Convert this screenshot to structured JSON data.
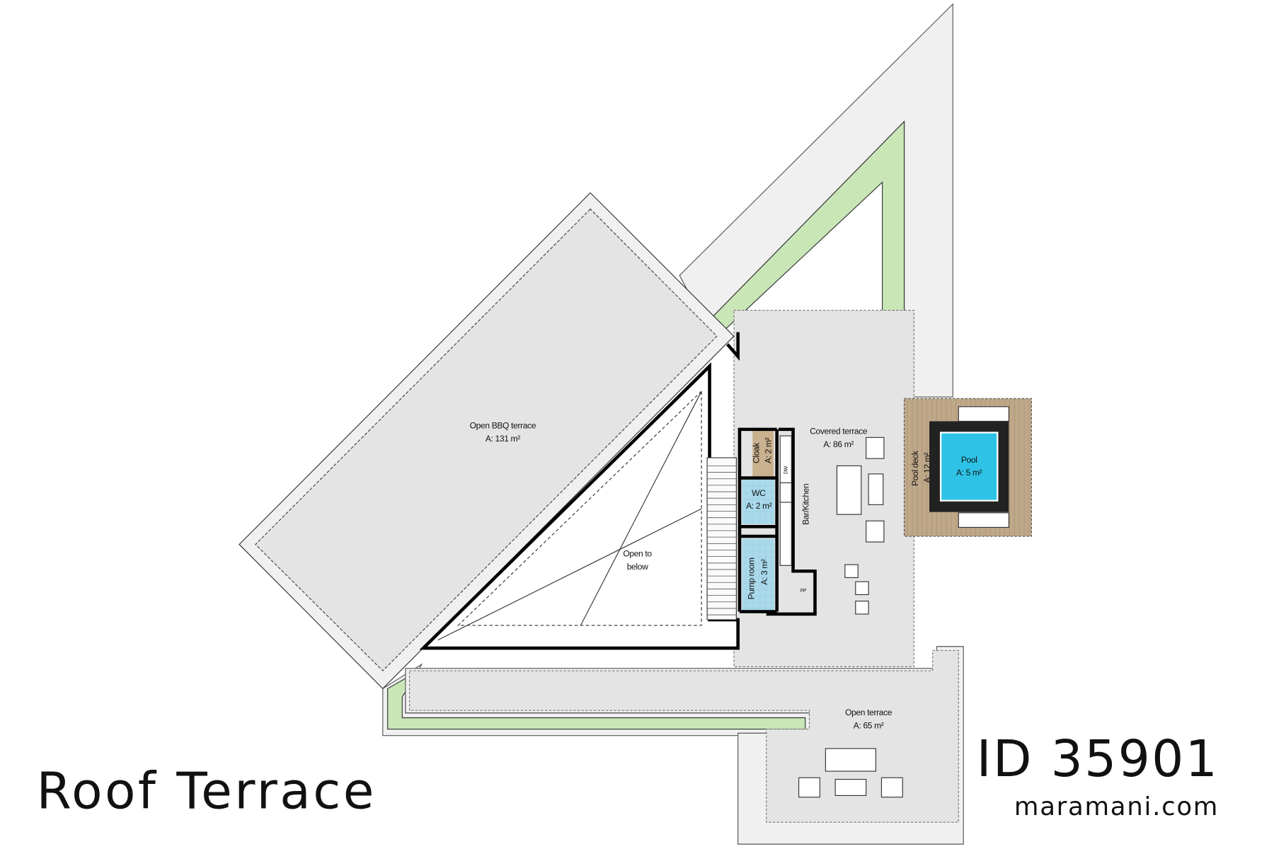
{
  "plan": {
    "title": "Roof Terrace",
    "id_label": "ID 35901",
    "website": "maramani.com",
    "rooms": {
      "bbq": {
        "name": "Open BBQ terrace",
        "area": "A: 131 m²"
      },
      "covered": {
        "name": "Covered terrace",
        "area": "A: 86 m²"
      },
      "cloak": {
        "name": "Cloak",
        "area": "A: 2 m²"
      },
      "wc": {
        "name": "WC",
        "area": "A: 2 m²"
      },
      "bar": {
        "name": "Bar/Kitchen"
      },
      "pump": {
        "name": "Pump room",
        "area": "A: 3 m²"
      },
      "pooldeck": {
        "name": "Pool deck",
        "area": "A: 12 m²"
      },
      "pool": {
        "name": "Pool",
        "area": "A: 5 m²"
      },
      "open_below": {
        "line1": "Open to",
        "line2": "below"
      },
      "open_terrace": {
        "name": "Open terrace",
        "area": "A: 65 m²"
      }
    },
    "appliances": {
      "dishwasher": "DW",
      "fridge": "FP"
    },
    "colors": {
      "floor": "#e4e4e4",
      "border": "#f0f0f0",
      "planter": "#c9e6b7",
      "wet_room": "#a9d9ea",
      "wood": "#bfa88a",
      "pool_water": "#2ec3e6",
      "pool_edge": "#222222",
      "wall": "#000000"
    }
  }
}
